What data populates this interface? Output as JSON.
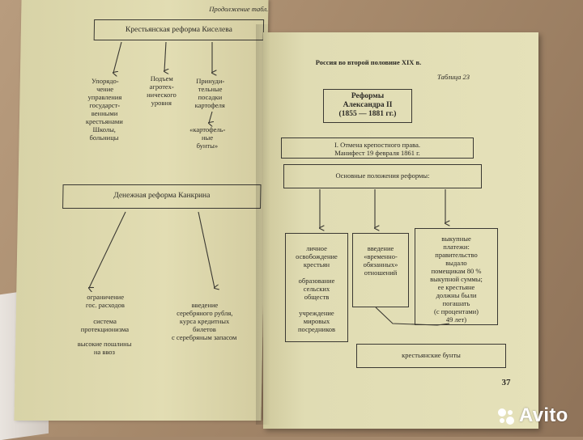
{
  "left_page": {
    "header": "Продолжение табл.",
    "kiselev": {
      "title": "Крестьянская реформа Киселева",
      "items": [
        "Упорядо-\nчение\nуправления\nгосударст-\nвенными\nкрестьянами\nШколы,\nбольницы",
        "Подъем\nагротех-\nнического\nуровня",
        "Принуди-\nтельные\nпосадки\nкартофеля",
        "«картофель-\nные\nбунты»"
      ]
    },
    "kankrin": {
      "title": "Денежная реформа Канкрина",
      "left_items": [
        "ограничение\nгос. расходов",
        "система\nпротекционизма",
        "высокие пошлины\nна ввоз"
      ],
      "right_item": "введение\nсеребряного рубля,\nкурса кредитных\nбилетов\nс серебряным запасом"
    }
  },
  "right_page": {
    "header": "Россия во второй половине XIX в.",
    "table_label": "Таблица 23",
    "reforms_box": "Реформы\nАлександра II\n(1855 — 1881 гг.)",
    "abolition_box": "I. Отмена крепостного права.\nМанифест 19 февраля 1861 г.",
    "main_provisions": "Основные положения реформы:",
    "col1": "личное\nосвобождение\nкрестьян\n\nобразование\nсельских\nобществ\n\nучреждение\nмировых\nпосредников",
    "col2": "введение\n«временно-\nобязанных»\nотношений",
    "col3": "выкупные\nплатежи:\nправительство\nвыдало\nпомещикам 80 %\nвыкупной суммы;\nее крестьяне\nдолжны были\nпогашать\n(с процентами)\n49 лет)",
    "riots": "крестьянские бунты",
    "page_number": "37"
  },
  "watermark": "Avito"
}
